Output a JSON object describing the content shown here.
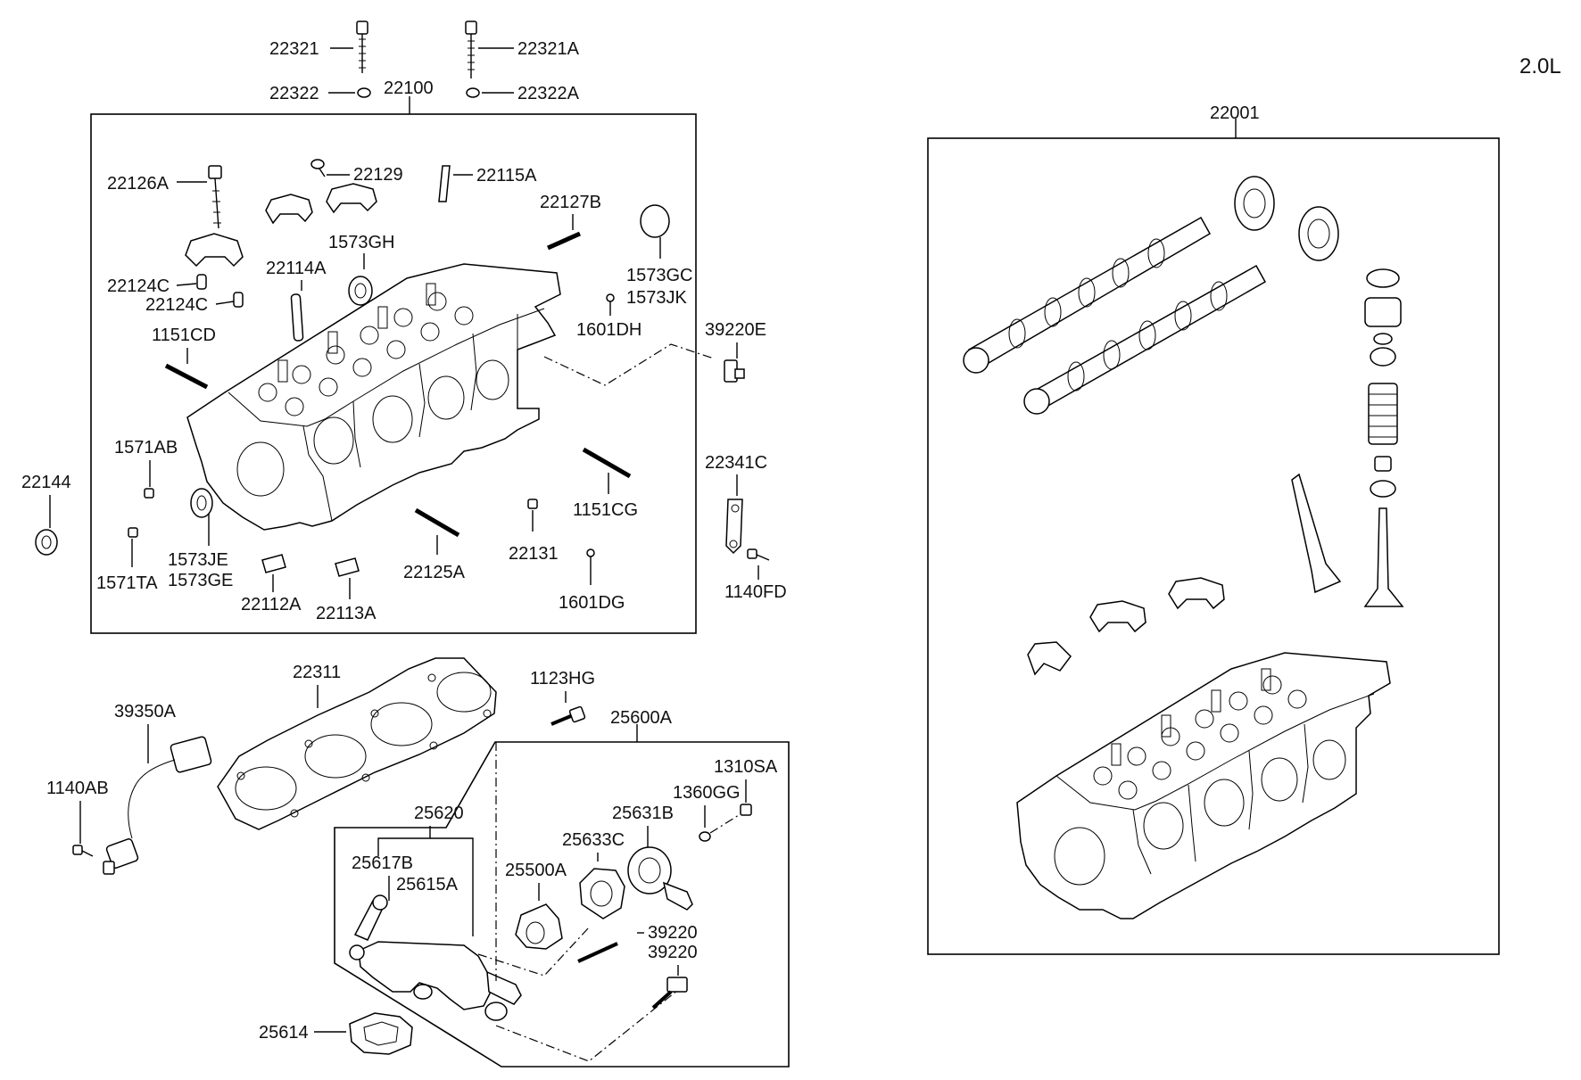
{
  "engine": "2.0L",
  "labels": {
    "p22321": "22321",
    "p22321A": "22321A",
    "p22322": "22322",
    "p22322A": "22322A",
    "p22100": "22100",
    "p22126A": "22126A",
    "p22129": "22129",
    "p22115A": "22115A",
    "p22127B": "22127B",
    "p1573GH": "1573GH",
    "p22114A": "22114A",
    "p1573GC": "1573GC",
    "p1573JK": "1573JK",
    "p22124C_a": "22124C",
    "p22124C_b": "22124C",
    "p1601DH": "1601DH",
    "p39220E": "39220E",
    "p1151CD": "1151CD",
    "p1571AB": "1571AB",
    "p22341C": "22341C",
    "p22144": "22144",
    "p1151CG": "1151CG",
    "p22131": "22131",
    "p1573JE": "1573JE",
    "p1573GE": "1573GE",
    "p1571TA": "1571TA",
    "p22125A": "22125A",
    "p1140FD": "1140FD",
    "p1601DG": "1601DG",
    "p22112A": "22112A",
    "p22113A": "22113A",
    "p22001": "22001",
    "p22311": "22311",
    "p1123HG": "1123HG",
    "p39350A": "39350A",
    "p25600A": "25600A",
    "p1310SA": "1310SA",
    "p1140AB": "1140AB",
    "p1360GG": "1360GG",
    "p25620": "25620",
    "p25631B": "25631B",
    "p25617B": "25617B",
    "p25633C": "25633C",
    "p25615A": "25615A",
    "p25500A": "25500A",
    "p39220_a": "39220",
    "p39220_b": "39220",
    "p25614": "25614"
  }
}
